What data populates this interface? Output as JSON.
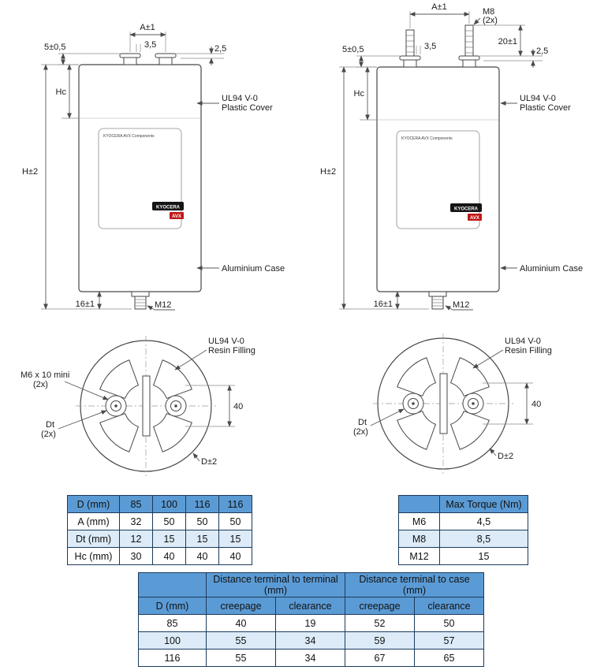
{
  "drawings": {
    "side_left": {
      "a": "A±1",
      "t35": "3,5",
      "t5": "5±0,5",
      "t25": "2,5",
      "hc": "Hc",
      "h": "H±2",
      "t16": "16±1",
      "m12": "M12",
      "cover1": "UL94 V-0",
      "cover2": "Plastic Cover",
      "case": "Aluminium Case",
      "brand": "KYOCERA AVX Components",
      "logo_main": "KYOCERA",
      "logo_sub": "AVX"
    },
    "side_right": {
      "a": "A±1",
      "m8": "M8",
      "m8x": "(2x)",
      "t35": "3,5",
      "t5": "5±0,5",
      "t20": "20±1",
      "t25": "2,5",
      "hc": "Hc",
      "h": "H±2",
      "t16": "16±1",
      "m12": "M12",
      "cover1": "UL94 V-0",
      "cover2": "Plastic Cover",
      "case": "Aluminium Case",
      "brand": "KYOCERA AVX Components",
      "logo_main": "KYOCERA",
      "logo_sub": "AVX"
    },
    "bottom_left": {
      "resin1": "UL94 V-0",
      "resin2": "Resin Filling",
      "m6_1": "M6 x 10 mini",
      "m6_2": "(2x)",
      "dt1": "Dt",
      "dt2": "(2x)",
      "forty": "40",
      "d": "D±2"
    },
    "bottom_right": {
      "resin1": "UL94 V-0",
      "resin2": "Resin Filling",
      "dt1": "Dt",
      "dt2": "(2x)",
      "forty": "40",
      "d": "D±2"
    }
  },
  "tables": {
    "dims": {
      "rows": [
        [
          "D (mm)",
          "85",
          "100",
          "116",
          "116"
        ],
        [
          "A (mm)",
          "32",
          "50",
          "50",
          "50"
        ],
        [
          "Dt (mm)",
          "12",
          "15",
          "15",
          "15"
        ],
        [
          "Hc (mm)",
          "30",
          "40",
          "40",
          "40"
        ]
      ]
    },
    "torque": {
      "header": [
        "",
        "Max Torque (Nm)"
      ],
      "rows": [
        [
          "M6",
          "4,5"
        ],
        [
          "M8",
          "8,5"
        ],
        [
          "M12",
          "15"
        ]
      ]
    },
    "distance": {
      "corner": "",
      "groups": [
        "Distance terminal to terminal (mm)",
        "Distance terminal to case (mm)"
      ],
      "header": [
        "D (mm)",
        "creepage",
        "clearance",
        "creepage",
        "clearance"
      ],
      "rows": [
        [
          "85",
          "40",
          "19",
          "52",
          "50"
        ],
        [
          "100",
          "55",
          "34",
          "59",
          "57"
        ],
        [
          "116",
          "55",
          "34",
          "67",
          "65"
        ]
      ]
    }
  }
}
